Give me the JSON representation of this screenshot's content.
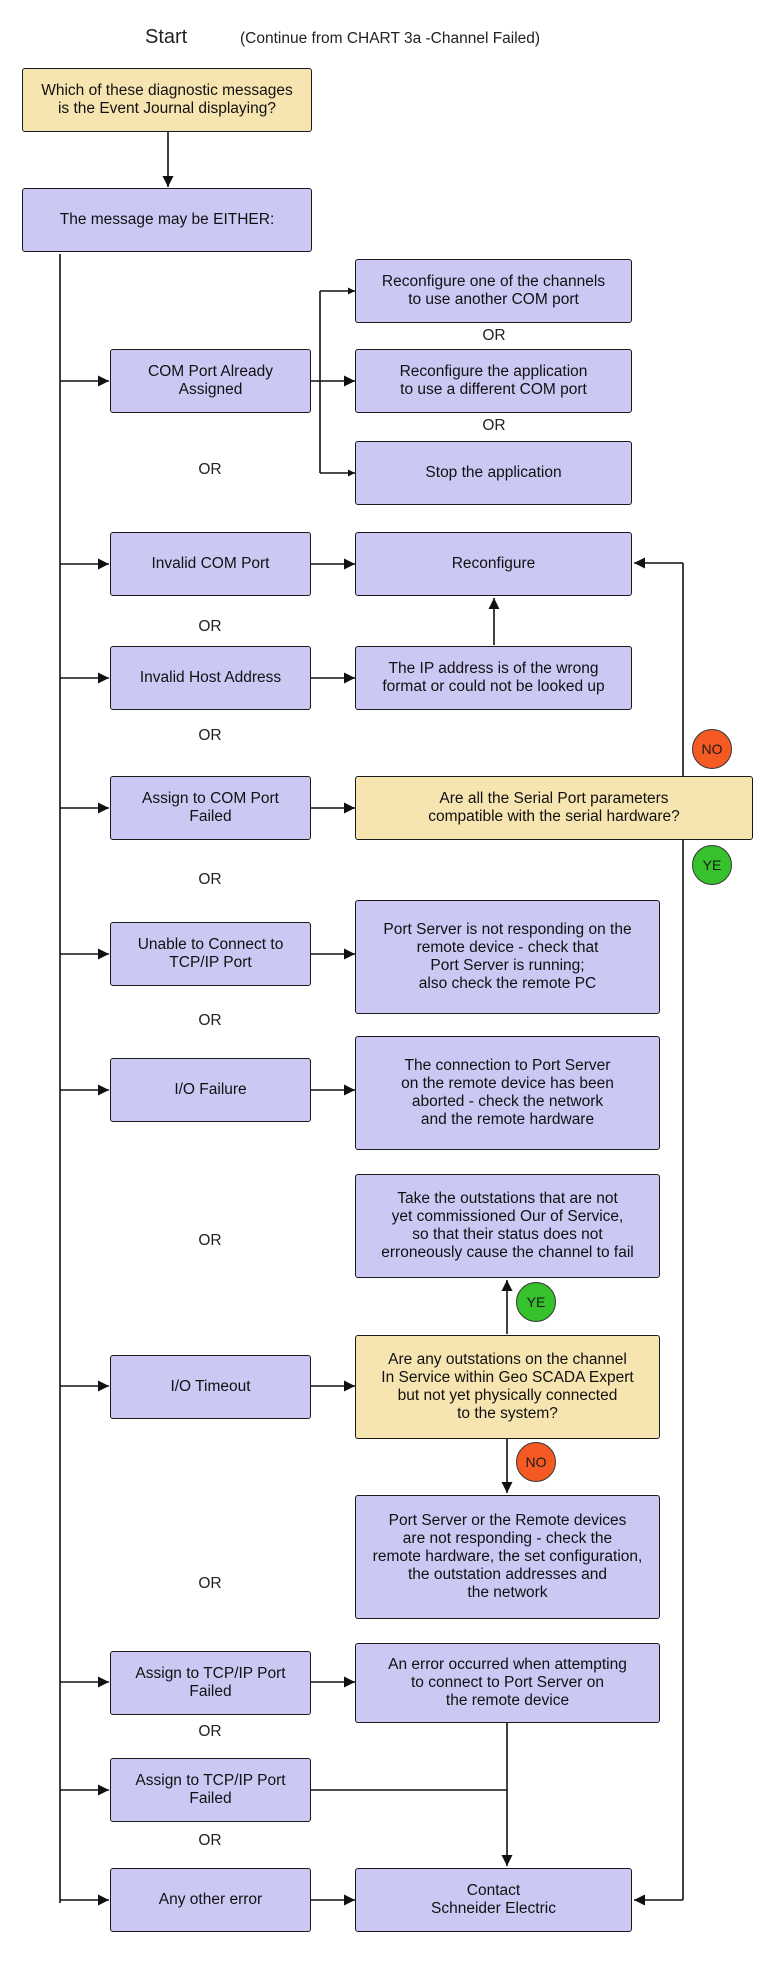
{
  "header": {
    "start": "Start",
    "continue_note": "(Continue from CHART 3a -Channel Failed)"
  },
  "or_label": "OR",
  "no_label": "NO",
  "yes_label": "YE",
  "nodes": {
    "question": "Which of these diagnostic messages\nis the Event Journal displaying?",
    "either": "The message may be EITHER:",
    "com_assigned": "COM Port Already\nAssigned",
    "reconfig_channel": "Reconfigure one of the channels\nto use another COM port",
    "reconfig_app": "Reconfigure the application\nto use a different COM port",
    "stop_app": "Stop the application",
    "invalid_com": "Invalid COM Port",
    "reconfigure": "Reconfigure",
    "invalid_host": "Invalid Host Address",
    "ip_wrong": "The IP address is of the wrong\nformat or could not be looked up",
    "assign_com_failed": "Assign to COM Port Failed",
    "serial_q": "Are all the Serial Port parameters\ncompatible with the serial hardware?",
    "unable_tcp": "Unable to Connect to\nTCP/IP Port",
    "portserver_not_resp": "Port Server is not responding on the\nremote device - check that\nPort Server is running;\nalso check the remote PC",
    "io_failure": "I/O Failure",
    "conn_aborted": "The connection to Port Server\non the remote device has been\naborted - check the network\nand the remote hardware",
    "take_out": "Take the outstations that are not\nyet commissioned Our of Service,\nso that their status does not\nerroneously cause the channel to fail",
    "io_timeout": "I/O Timeout",
    "outstations_q": "Are any outstations on the channel\nIn Service within Geo SCADA Expert\nbut not yet physically connected\nto the system?",
    "remote_not_resp": "Port Server or the Remote devices\nare not responding - check the\nremote hardware, the set configuration,\nthe outstation addresses and\nthe network",
    "assign_tcp_1": "Assign to TCP/IP Port\nFailed",
    "error_attempt": "An error occurred when attempting\nto connect to Port Server on\nthe remote device",
    "assign_tcp_2": "Assign to TCP/IP Port\nFailed",
    "any_other": "Any other error",
    "contact": "Contact\nSchneider Electric"
  }
}
